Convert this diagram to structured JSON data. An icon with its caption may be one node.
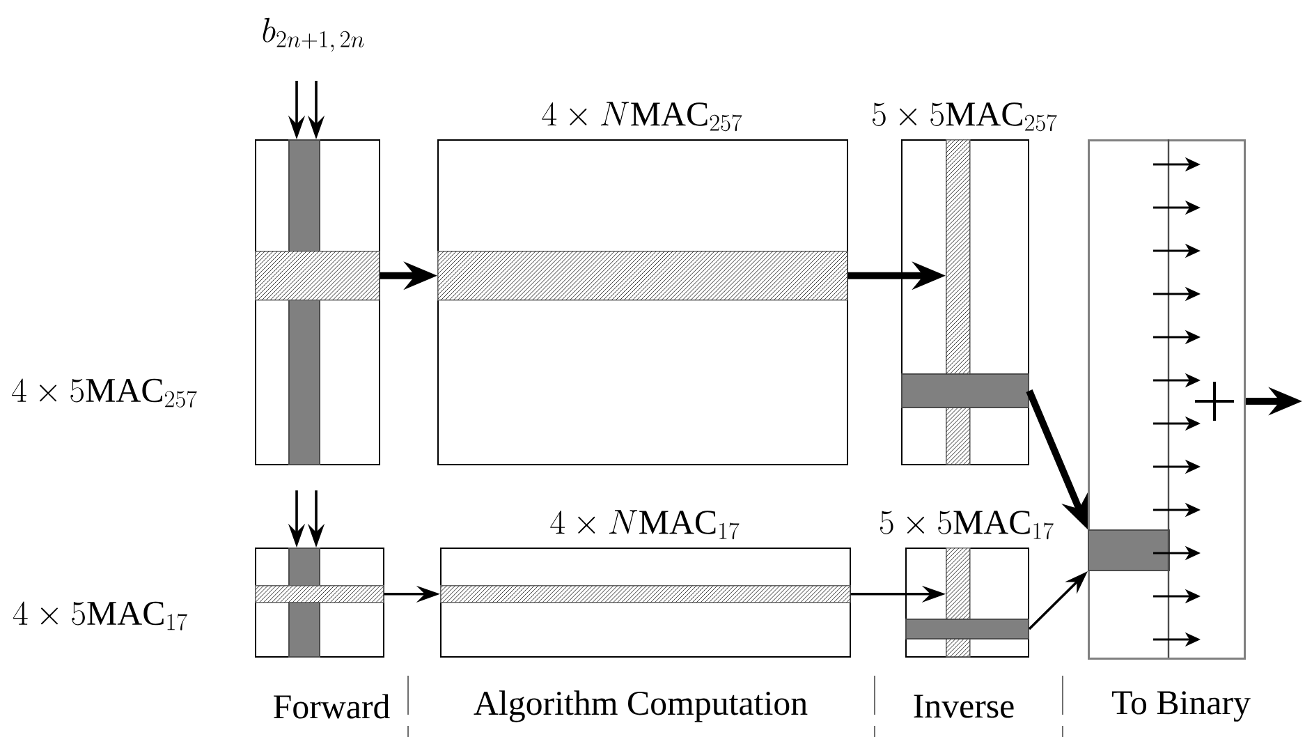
{
  "diagram": {
    "nodes": [
      {
        "text": [],
        "shape": "box"
      },
      {
        "text": [],
        "shape": "bar",
        "in": 0
      },
      {
        "text": [],
        "shape": "bar",
        "in": 0
      },
      {
        "text": [
          "4 \\times N\\mathrm{MAC}_{257}"
        ]
      },
      {
        "text": [],
        "shape": "bar",
        "in": 3
      },
      {
        "text": [
          "5 \\times 5\\mathrm{MAC}_{257}"
        ]
      },
      {
        "text": [],
        "shape": "bar",
        "in": 5
      },
      {
        "text": [],
        "shape": "bar",
        "in": 5
      },
      {
        "text": [],
        "shape": "box"
      },
      {
        "text": [],
        "shape": "bar",
        "in": 8
      },
      {
        "text": [],
        "shape": "box"
      },
      {
        "text": [],
        "shape": "bar",
        "in": 10
      },
      {
        "text": [],
        "shape": "bar",
        "in": 10
      },
      {
        "text": [
          "4 \\times N\\mathrm{MAC}_{17}"
        ]
      },
      {
        "text": [],
        "shape": "bar",
        "in": 13
      },
      {
        "text": [
          "5 \\times 5\\mathrm{MAC}_{17}"
        ]
      },
      {
        "text": [],
        "shape": "bar",
        "in": 15
      },
      {
        "text": [],
        "shape": "bar",
        "in": 15
      }
    ],
    "edges": [
      {
        "from": null,
        "to": 1,
        "arrow": "to"
      },
      {
        "from": null,
        "to": 1,
        "arrow": "to"
      },
      {
        "from": 2,
        "to": 4,
        "arrow": "to",
        "style": "thick"
      },
      {
        "from": 4,
        "to": 6,
        "arrow": "to",
        "style": "thick"
      },
      {
        "from": 7,
        "to": 9,
        "arrow": "to",
        "style": "thick"
      },
      {
        "from": 8,
        "to": null,
        "arrow": "to",
        "style": "thick"
      },
      {
        "from": null,
        "to": 11,
        "arrow": "to"
      },
      {
        "from": null,
        "to": 11,
        "arrow": "to"
      },
      {
        "from": 12,
        "to": 14,
        "arrow": "to"
      },
      {
        "from": 14,
        "to": 16,
        "arrow": "to"
      },
      {
        "from": 17,
        "to": 9,
        "arrow": "to"
      }
    ],
    "labels": [
      "b_{2n+1,\\,2n}",
      "4 \\times 5\\mathrm{MAC}_{257}",
      "4 \\times 5\\mathrm{MAC}_{17}",
      "Forward",
      "Algorithm Computation",
      "Inverse",
      "To Binary"
    ]
  }
}
